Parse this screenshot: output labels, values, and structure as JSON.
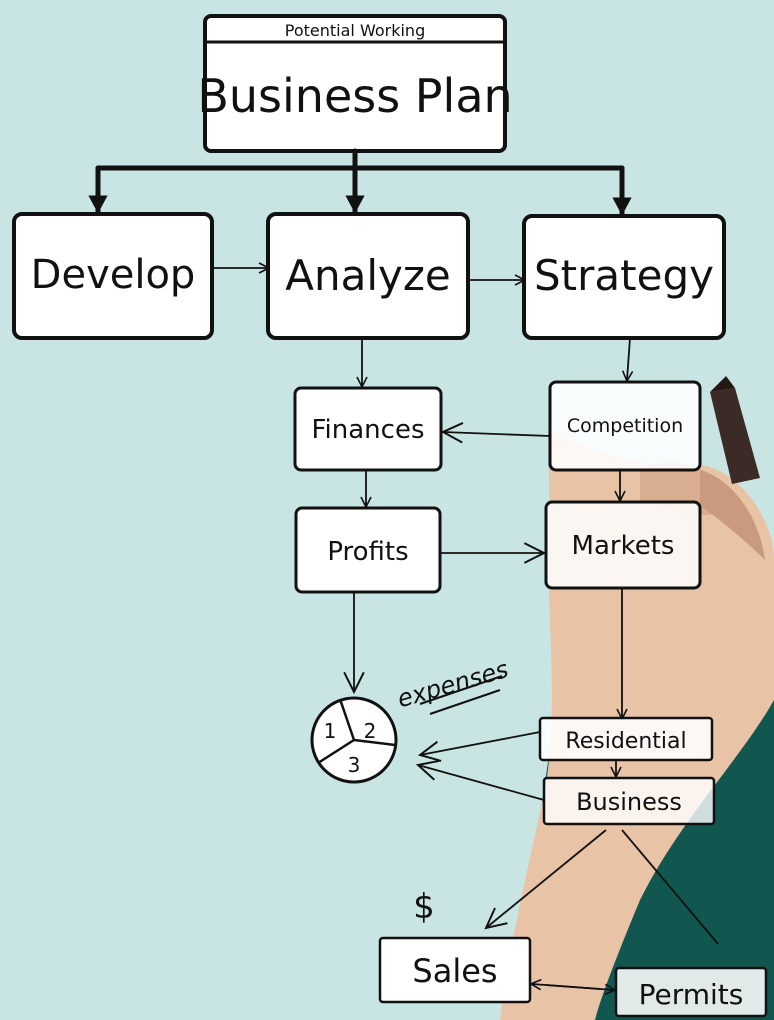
{
  "colors": {
    "background": "#c9e5e3",
    "ink": "#111111",
    "box_fill": "#ffffff",
    "skin": "#e8c3a6",
    "skin_shadow": "#c99a7d",
    "sleeve": "#12574f",
    "marker": "#3b2a26"
  },
  "header": {
    "subtitle": "Potential Working",
    "title": "Business Plan"
  },
  "nodes": {
    "develop": "Develop",
    "analyze": "Analyze",
    "strategy": "Strategy",
    "finances": "Finances",
    "competition": "Competition",
    "profits": "Profits",
    "markets": "Markets",
    "residential": "Residential",
    "business": "Business",
    "sales": "Sales",
    "permits": "Permits"
  },
  "annotations": {
    "expenses": "expenses",
    "dollar": "$",
    "pie_1": "1",
    "pie_2": "2",
    "pie_3": "3"
  },
  "icons": {
    "hand": "hand-holding-marker-icon",
    "pie": "pie-chart-icon"
  }
}
